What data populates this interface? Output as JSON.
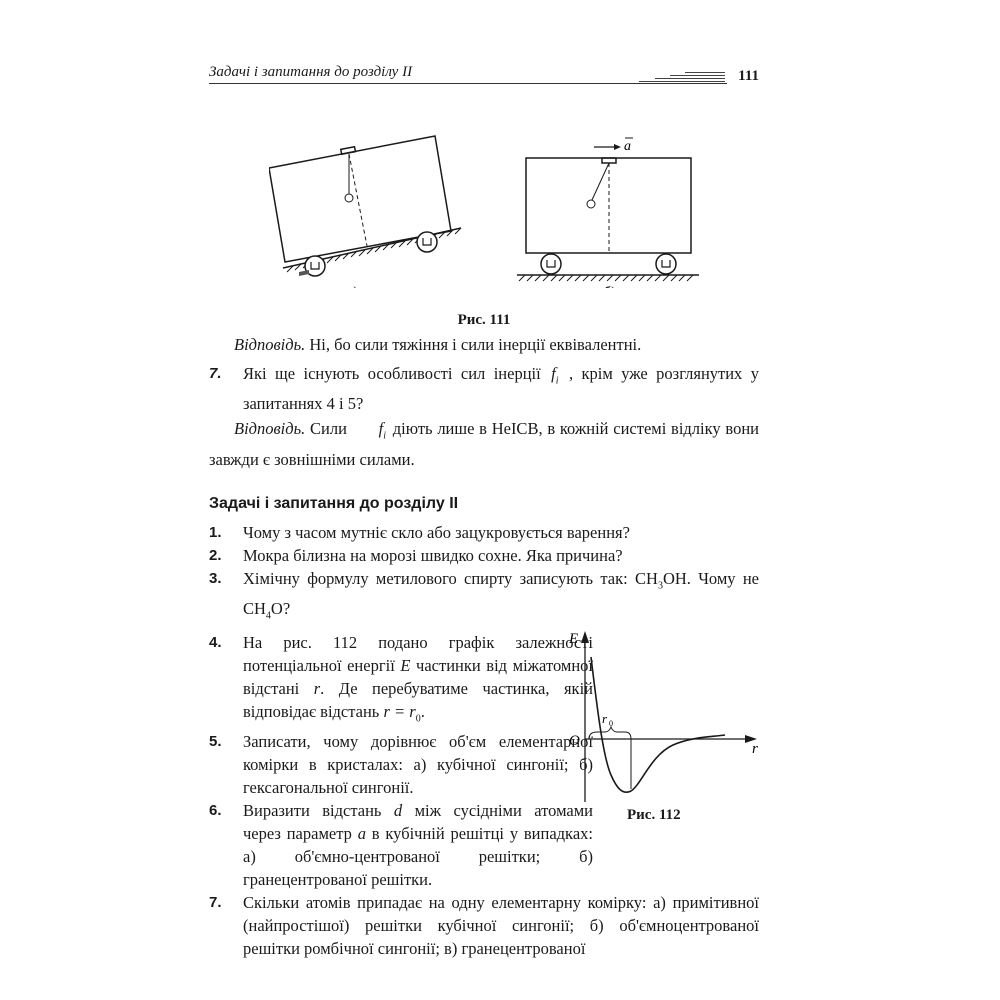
{
  "header": {
    "title": "Задачі і запитання до розділу II",
    "page_number": "111"
  },
  "figure111": {
    "label_a": "а)",
    "label_b": "б)",
    "vector_label": "a",
    "caption": "Рис. 111"
  },
  "answer6": {
    "lead": "Відповідь.",
    "text": " Ні, бо сили тяжіння і сили інерції еквівалентні."
  },
  "question7": {
    "number": "7.",
    "text_before": "Які ще існують особливості сил інерції ",
    "symbol": "f",
    "symbol_sub": "i",
    "text_after": " , крім уже розглянутих у запитаннях 4 і 5?"
  },
  "answer7": {
    "lead": "Відповідь.",
    "text_before": " Сили ",
    "symbol": "f",
    "symbol_sub": "i",
    "text_after": " діють лише в НеІСВ, в кожній системі відліку вони завжди є зовнішніми силами."
  },
  "section": {
    "title": "Задачі і запитання до розділу II"
  },
  "problems": [
    {
      "number": "1.",
      "text": "Чому з часом мутніє скло або зацукровується варення?"
    },
    {
      "number": "2.",
      "text": "Мокра білизна на морозі швидко сохне. Яка причина?"
    },
    {
      "number": "3.",
      "text_a": "Хімічну формулу метилового спирту записують так: CH",
      "sub_a": "3",
      "text_b": "OH. Чому не CH",
      "sub_b": "4",
      "text_c": "O?"
    },
    {
      "number": "4.",
      "text_a": "На рис. 112 подано графік залежності потенціальної енергії ",
      "var_e": "E",
      "text_b": " частинки від міжатомної відстані ",
      "var_r": "r",
      "text_c": ". Де перебуватиме частинка, якій відповідає відстань ",
      "eq": "r = r",
      "eq_sub": "0",
      "text_d": "."
    },
    {
      "number": "5.",
      "text": "Записати, чому дорівнює об'єм елементарної комірки в кристалах: а) кубічної сингонії; б) гексагональної сингонії."
    },
    {
      "number": "6.",
      "text_a": "Виразити відстань ",
      "var_d": "d",
      "text_b": " між сусідніми атомами через параметр ",
      "var_a": "a",
      "text_c": " в кубічній решітці у випадках: а) об'ємно-центрованої решітки; б) гранецентрованої решітки."
    },
    {
      "number": "7.",
      "text": "Скільки атомів припадає на одну елементарну комірку: а) примітивної (найпростішої) решітки кубічної сингонії; б) об'ємноцентрованої решітки ромбічної сингонії; в) гранецентрованої"
    }
  ],
  "figure112": {
    "axis_y": "E",
    "axis_x": "r",
    "origin": "O",
    "r0_label": "r",
    "r0_sub": "0",
    "caption": "Рис. 112"
  }
}
